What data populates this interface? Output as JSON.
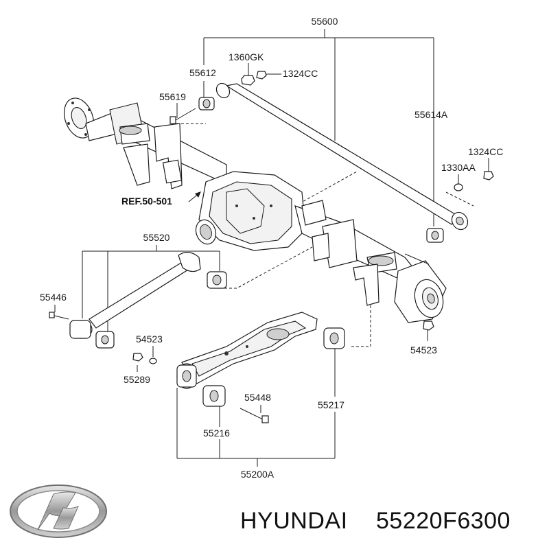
{
  "part_labels": {
    "p55600": "55600",
    "p1360GK": "1360GK",
    "p55612": "55612",
    "p1324CC_top": "1324CC",
    "p55619": "55619",
    "p55614A": "55614A",
    "p1324CC_right": "1324CC",
    "p1330AA": "1330AA",
    "ref": "REF.50-501",
    "p55520": "55520",
    "p55446": "55446",
    "p54523_left": "54523",
    "p55289": "55289",
    "p54523_right": "54523",
    "p55448": "55448",
    "p55217": "55217",
    "p55216": "55216",
    "p55200A": "55200A"
  },
  "brand": {
    "name": "HYUNDAI",
    "part_number": "55220F6300",
    "logo": "hyundai-logo"
  }
}
